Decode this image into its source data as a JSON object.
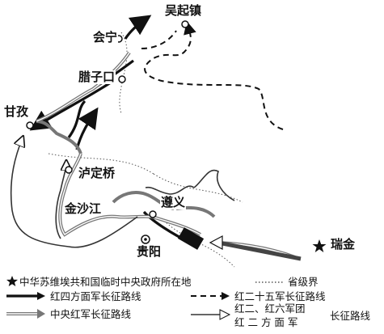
{
  "places": {
    "wuqizhen": "吴起镇",
    "huining": "会宁",
    "lazikou": "腊子口",
    "ganzi": "甘孜",
    "ludingqiao": "泸定桥",
    "jinshajiang": "金沙江",
    "zunyi": "遵义",
    "guiyang": "贵阳",
    "ruijin": "瑞金"
  },
  "legend": {
    "capital_label": "中华苏维埃共和国临时中央政府所在地",
    "provincial_border_label": "省级界",
    "red4_label": "红四方面军长征路线",
    "red25_label": "红二十五军长征路线",
    "central_label": "中央红军长征路线",
    "red2_6_line1": "红二、红六军团",
    "red2_6_line2": "红 二 方 面 军",
    "red2_6_suffix": "长征路线"
  },
  "symbols": {
    "capital": "star-icon",
    "city": "city-circle-icon"
  },
  "colors": {
    "ink": "#111111",
    "background": "#ffffff"
  }
}
